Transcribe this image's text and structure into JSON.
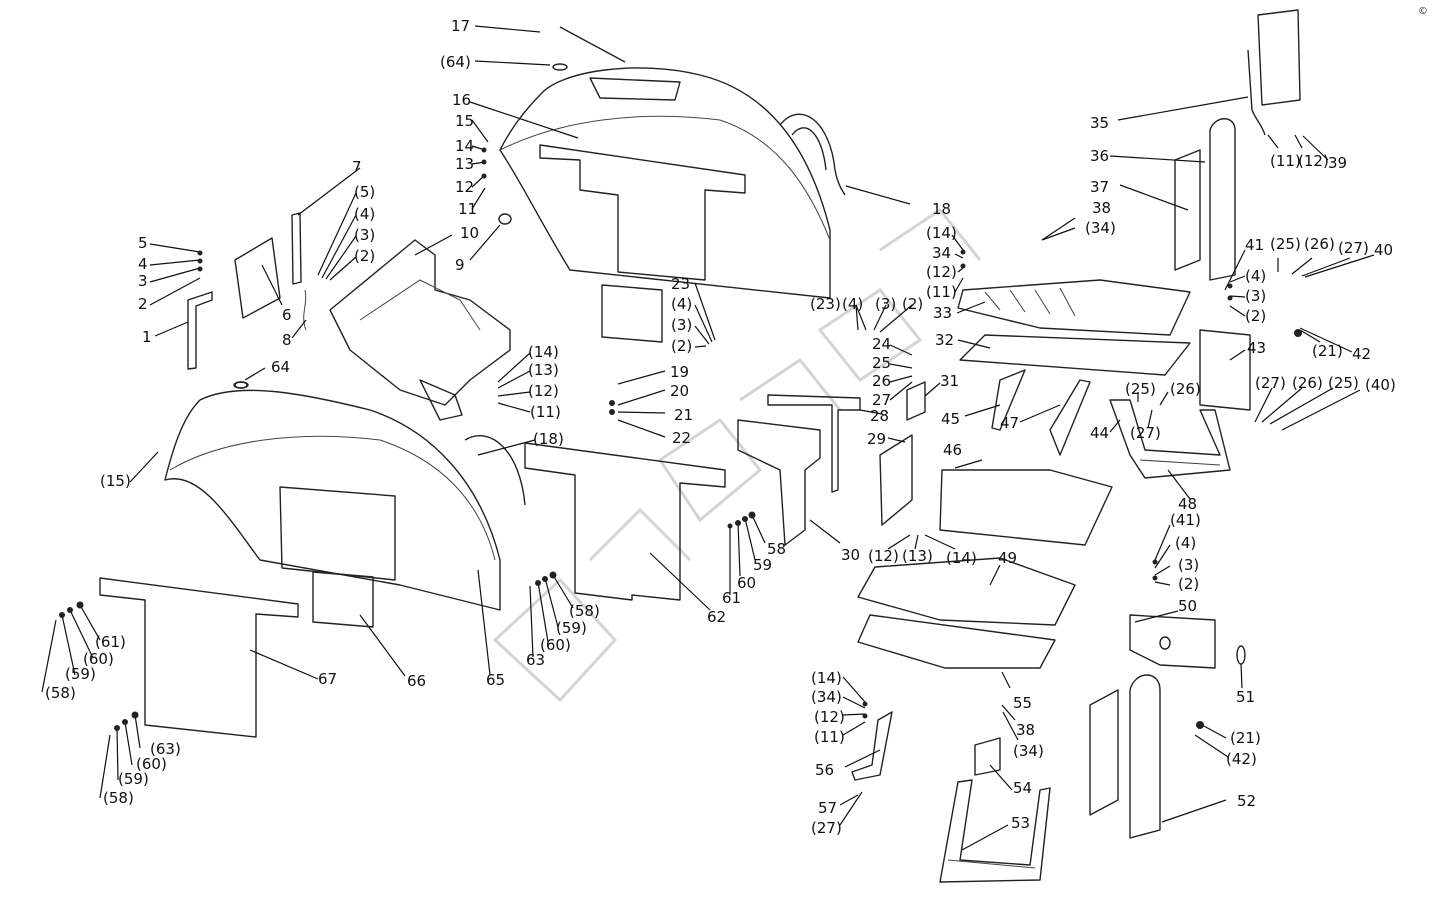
{
  "diagram": {
    "copyright": "©",
    "watermark": "CSMRCH",
    "callouts": [
      {
        "id": "c1",
        "text": "17"
      },
      {
        "id": "c2",
        "text": "(64)"
      },
      {
        "id": "c3",
        "text": "16"
      },
      {
        "id": "c4",
        "text": "15"
      },
      {
        "id": "c5",
        "text": "14"
      },
      {
        "id": "c6",
        "text": "13"
      },
      {
        "id": "c7",
        "text": "12"
      },
      {
        "id": "c8",
        "text": "11"
      },
      {
        "id": "c9",
        "text": "10"
      },
      {
        "id": "c10",
        "text": "9"
      },
      {
        "id": "c11",
        "text": "7"
      },
      {
        "id": "c12",
        "text": "(5)"
      },
      {
        "id": "c13",
        "text": "(4)"
      },
      {
        "id": "c14",
        "text": "(3)"
      },
      {
        "id": "c15",
        "text": "(2)"
      },
      {
        "id": "c16",
        "text": "5"
      },
      {
        "id": "c17",
        "text": "4"
      },
      {
        "id": "c18",
        "text": "3"
      },
      {
        "id": "c19",
        "text": "2"
      },
      {
        "id": "c20",
        "text": "1"
      },
      {
        "id": "c21",
        "text": "6"
      },
      {
        "id": "c22",
        "text": "8"
      },
      {
        "id": "c23",
        "text": "64"
      },
      {
        "id": "c24",
        "text": "(14)"
      },
      {
        "id": "c25",
        "text": "(13)"
      },
      {
        "id": "c26",
        "text": "(12)"
      },
      {
        "id": "c27",
        "text": "(11)"
      },
      {
        "id": "c28",
        "text": "(15)"
      },
      {
        "id": "c29",
        "text": "(18)"
      },
      {
        "id": "c30",
        "text": "23"
      },
      {
        "id": "c31",
        "text": "(4)"
      },
      {
        "id": "c32",
        "text": "(3)"
      },
      {
        "id": "c33",
        "text": "(2)"
      },
      {
        "id": "c34",
        "text": "19"
      },
      {
        "id": "c35",
        "text": "20"
      },
      {
        "id": "c36",
        "text": "21"
      },
      {
        "id": "c37",
        "text": "22"
      },
      {
        "id": "c38",
        "text": "18"
      },
      {
        "id": "c39",
        "text": "(14)"
      },
      {
        "id": "c40",
        "text": "34"
      },
      {
        "id": "c41",
        "text": "(12)"
      },
      {
        "id": "c42",
        "text": "(11)"
      },
      {
        "id": "c43",
        "text": "33"
      },
      {
        "id": "c44",
        "text": "(23)"
      },
      {
        "id": "c45",
        "text": "(4)"
      },
      {
        "id": "c46",
        "text": "(3)"
      },
      {
        "id": "c47",
        "text": "(2)"
      },
      {
        "id": "c48",
        "text": "24"
      },
      {
        "id": "c49",
        "text": "25"
      },
      {
        "id": "c50",
        "text": "26"
      },
      {
        "id": "c51",
        "text": "27"
      },
      {
        "id": "c52",
        "text": "28"
      },
      {
        "id": "c53",
        "text": "29"
      },
      {
        "id": "c54",
        "text": "31"
      },
      {
        "id": "c55",
        "text": "32"
      },
      {
        "id": "c56",
        "text": "35"
      },
      {
        "id": "c57",
        "text": "36"
      },
      {
        "id": "c58",
        "text": "37"
      },
      {
        "id": "c59",
        "text": "38"
      },
      {
        "id": "c60",
        "text": "(34)"
      },
      {
        "id": "c61",
        "text": "(11)"
      },
      {
        "id": "c62",
        "text": "(12)"
      },
      {
        "id": "c63",
        "text": "39"
      },
      {
        "id": "c64",
        "text": "41"
      },
      {
        "id": "c65",
        "text": "(25)"
      },
      {
        "id": "c66",
        "text": "(26)"
      },
      {
        "id": "c67",
        "text": "(27)"
      },
      {
        "id": "c68",
        "text": "40"
      },
      {
        "id": "c69",
        "text": "(4)"
      },
      {
        "id": "c70",
        "text": "(3)"
      },
      {
        "id": "c71",
        "text": "(2)"
      },
      {
        "id": "c72",
        "text": "(21)"
      },
      {
        "id": "c73",
        "text": "42"
      },
      {
        "id": "c74",
        "text": "43"
      },
      {
        "id": "c75",
        "text": "(25)"
      },
      {
        "id": "c76",
        "text": "(26)"
      },
      {
        "id": "c77",
        "text": "(27)"
      },
      {
        "id": "c78",
        "text": "(27)"
      },
      {
        "id": "c79",
        "text": "(26)"
      },
      {
        "id": "c80",
        "text": "(25)"
      },
      {
        "id": "c81",
        "text": "(40)"
      },
      {
        "id": "c82",
        "text": "44"
      },
      {
        "id": "c83",
        "text": "45"
      },
      {
        "id": "c84",
        "text": "47"
      },
      {
        "id": "c85",
        "text": "48"
      },
      {
        "id": "c86",
        "text": "46"
      },
      {
        "id": "c87",
        "text": "30"
      },
      {
        "id": "c88",
        "text": "(12)"
      },
      {
        "id": "c89",
        "text": "(13)"
      },
      {
        "id": "c90",
        "text": "(14)"
      },
      {
        "id": "c91",
        "text": "49"
      },
      {
        "id": "c92",
        "text": "(41)"
      },
      {
        "id": "c93",
        "text": "(4)"
      },
      {
        "id": "c94",
        "text": "(3)"
      },
      {
        "id": "c95",
        "text": "(2)"
      },
      {
        "id": "c96",
        "text": "50"
      },
      {
        "id": "c97",
        "text": "51"
      },
      {
        "id": "c98",
        "text": "55"
      },
      {
        "id": "c99",
        "text": "38"
      },
      {
        "id": "c100",
        "text": "(34)"
      },
      {
        "id": "c101",
        "text": "(21)"
      },
      {
        "id": "c102",
        "text": "(42)"
      },
      {
        "id": "c103",
        "text": "52"
      },
      {
        "id": "c104",
        "text": "(14)"
      },
      {
        "id": "c105",
        "text": "(34)"
      },
      {
        "id": "c106",
        "text": "(12)"
      },
      {
        "id": "c107",
        "text": "(11)"
      },
      {
        "id": "c108",
        "text": "56"
      },
      {
        "id": "c109",
        "text": "57"
      },
      {
        "id": "c110",
        "text": "(27)"
      },
      {
        "id": "c111",
        "text": "54"
      },
      {
        "id": "c112",
        "text": "53"
      },
      {
        "id": "c113",
        "text": "58"
      },
      {
        "id": "c114",
        "text": "59"
      },
      {
        "id": "c115",
        "text": "60"
      },
      {
        "id": "c116",
        "text": "61"
      },
      {
        "id": "c117",
        "text": "62"
      },
      {
        "id": "c118",
        "text": "(58)"
      },
      {
        "id": "c119",
        "text": "(59)"
      },
      {
        "id": "c120",
        "text": "(60)"
      },
      {
        "id": "c121",
        "text": "63"
      },
      {
        "id": "c122",
        "text": "65"
      },
      {
        "id": "c123",
        "text": "66"
      },
      {
        "id": "c124",
        "text": "67"
      },
      {
        "id": "c125",
        "text": "(61)"
      },
      {
        "id": "c126",
        "text": "(60)"
      },
      {
        "id": "c127",
        "text": "(59)"
      },
      {
        "id": "c128",
        "text": "(58)"
      },
      {
        "id": "c129",
        "text": "(63)"
      },
      {
        "id": "c130",
        "text": "(60)"
      },
      {
        "id": "c131",
        "text": "(59)"
      },
      {
        "id": "c132",
        "text": "(58)"
      }
    ]
  }
}
